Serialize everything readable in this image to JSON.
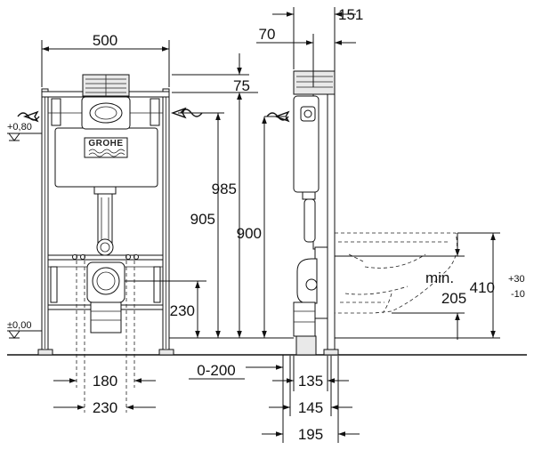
{
  "brand": "GROHE",
  "levels": {
    "upper": "+0,80",
    "floor": "±0,00"
  },
  "dimensions": {
    "width_500": "500",
    "d75": "75",
    "d985": "985",
    "d905": "905",
    "d900": "900",
    "d230_vertical": "230",
    "d180": "180",
    "d230_horizontal": "230",
    "d0_200": "0-200",
    "d151": "151",
    "d70": "70",
    "d135": "135",
    "d145": "145",
    "d195": "195",
    "min_label": "min.",
    "d205": "205",
    "d410": "410",
    "tol_plus": "+30",
    "tol_minus": "-10"
  }
}
